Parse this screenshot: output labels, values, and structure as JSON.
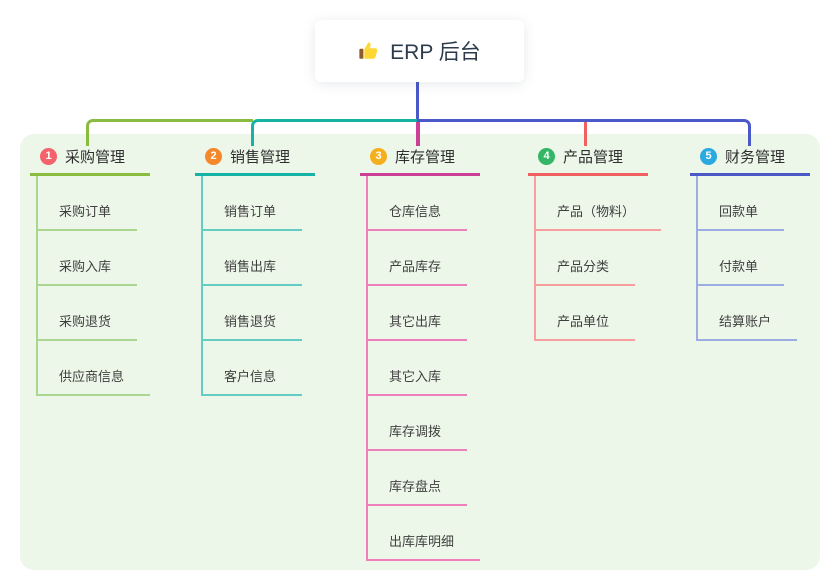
{
  "root": {
    "icon": "thumbs-up-icon",
    "title": "ERP 后台"
  },
  "canvas": {
    "background": "#ffffff",
    "panel_bg": "#edf7e9",
    "root_connector_color": "#4a58c8"
  },
  "branches": [
    {
      "badge": "1",
      "label": "采购管理",
      "badge_color": "#f4626c",
      "color": "#8abc3f",
      "light_color": "#abd68f",
      "children": [
        "采购订单",
        "采购入库",
        "采购退货",
        "供应商信息"
      ]
    },
    {
      "badge": "2",
      "label": "销售管理",
      "badge_color": "#f6882c",
      "color": "#14b3a6",
      "light_color": "#63ccc3",
      "children": [
        "销售订单",
        "销售出库",
        "销售退货",
        "客户信息"
      ]
    },
    {
      "badge": "3",
      "label": "库存管理",
      "badge_color": "#f3b01c",
      "color": "#cc3f97",
      "light_color": "#ef7fb8",
      "children": [
        "仓库信息",
        "产品库存",
        "其它出库",
        "其它入库",
        "库存调拨",
        "库存盘点",
        "出库库明细"
      ]
    },
    {
      "badge": "4",
      "label": "产品管理",
      "badge_color": "#33b766",
      "color": "#f25f5f",
      "light_color": "#f79f9f",
      "children": [
        "产品（物料）",
        "产品分类",
        "产品单位"
      ]
    },
    {
      "badge": "5",
      "label": "财务管理",
      "badge_color": "#2ba9e1",
      "color": "#4a58c8",
      "light_color": "#9cade3",
      "children": [
        "回款单",
        "付款单",
        "结算账户"
      ]
    }
  ]
}
